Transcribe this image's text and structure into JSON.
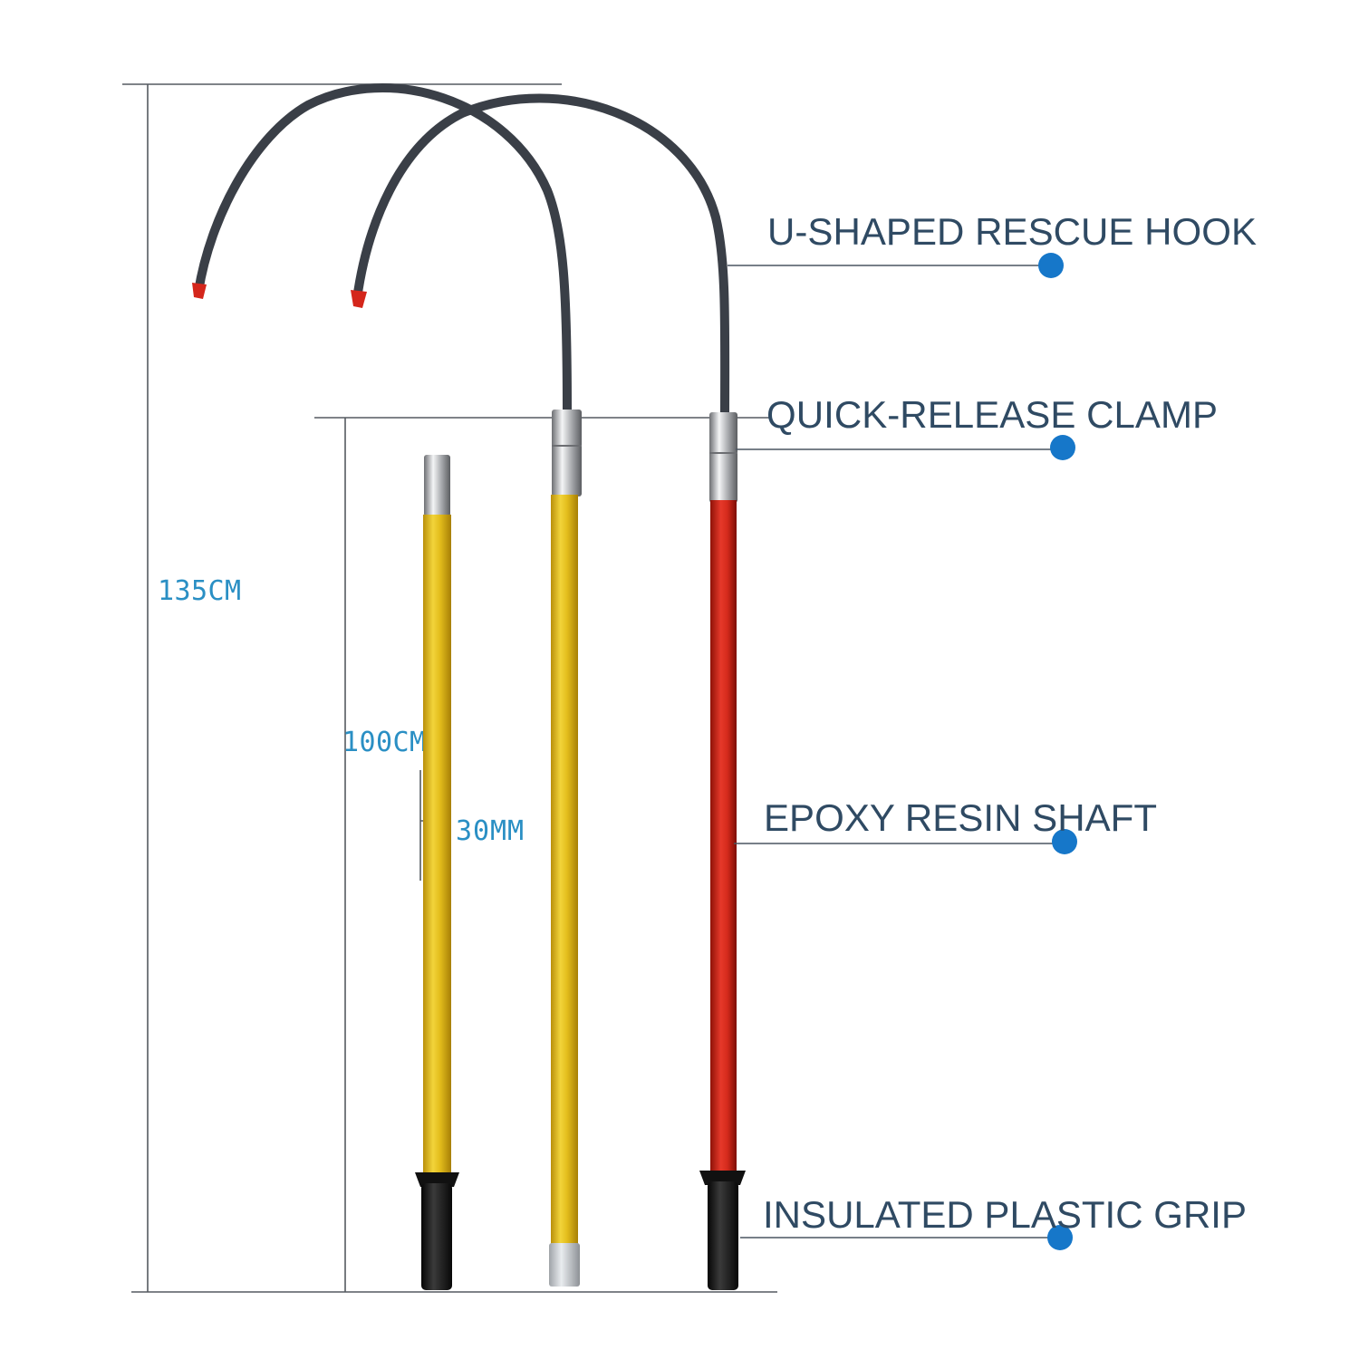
{
  "dimensions": {
    "overall_length": "135CM",
    "shaft_length": "100CM",
    "diameter": "30MM"
  },
  "callouts": [
    {
      "id": "hook",
      "label": "U-SHAPED RESCUE HOOK"
    },
    {
      "id": "clamp",
      "label": "QUICK-RELEASE CLAMP"
    },
    {
      "id": "shaft",
      "label": "EPOXY RESIN SHAFT"
    },
    {
      "id": "grip",
      "label": "INSULATED PLASTIC GRIP"
    }
  ],
  "colors": {
    "dimension_text": "#2a8fc4",
    "callout_text": "#2f4a63",
    "callout_dot": "#1677c9",
    "yellow_shaft": "#e3bd1c",
    "red_shaft": "#d42a1c",
    "hook_cable": "#3a3f47",
    "hook_tip": "#d4261b",
    "grip": "#1e1e1e"
  }
}
